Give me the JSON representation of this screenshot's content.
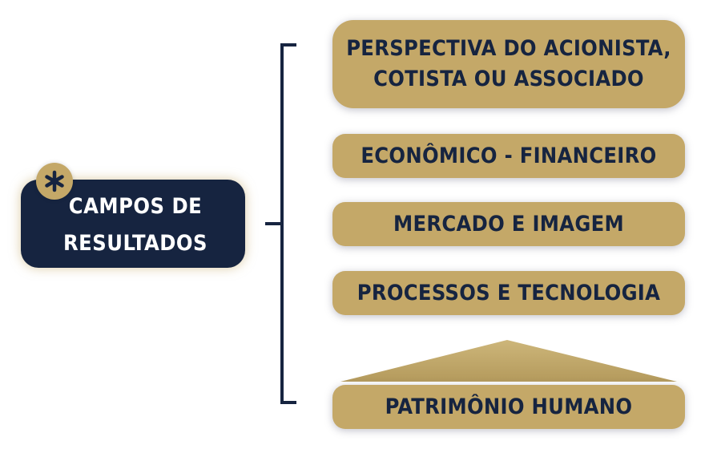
{
  "main": {
    "label_line1": "CAMPOS DE",
    "label_line2": "RESULTADOS",
    "badge_icon": "asterisk-icon"
  },
  "fields": [
    {
      "line1": "PERSPECTIVA DO ACIONISTA,",
      "line2": "COTISTA OU ASSOCIADO"
    },
    {
      "line1": "ECONÔMICO - FINANCEIRO"
    },
    {
      "line1": "MERCADO E IMAGEM"
    },
    {
      "line1": "PROCESSOS E TECNOLOGIA"
    },
    {
      "line1": "PATRIMÔNIO HUMANO"
    }
  ],
  "colors": {
    "navy": "#162440",
    "gold": "#c4a868",
    "roof_top": "#cdb67a",
    "roof_bottom": "#b49a5c"
  }
}
